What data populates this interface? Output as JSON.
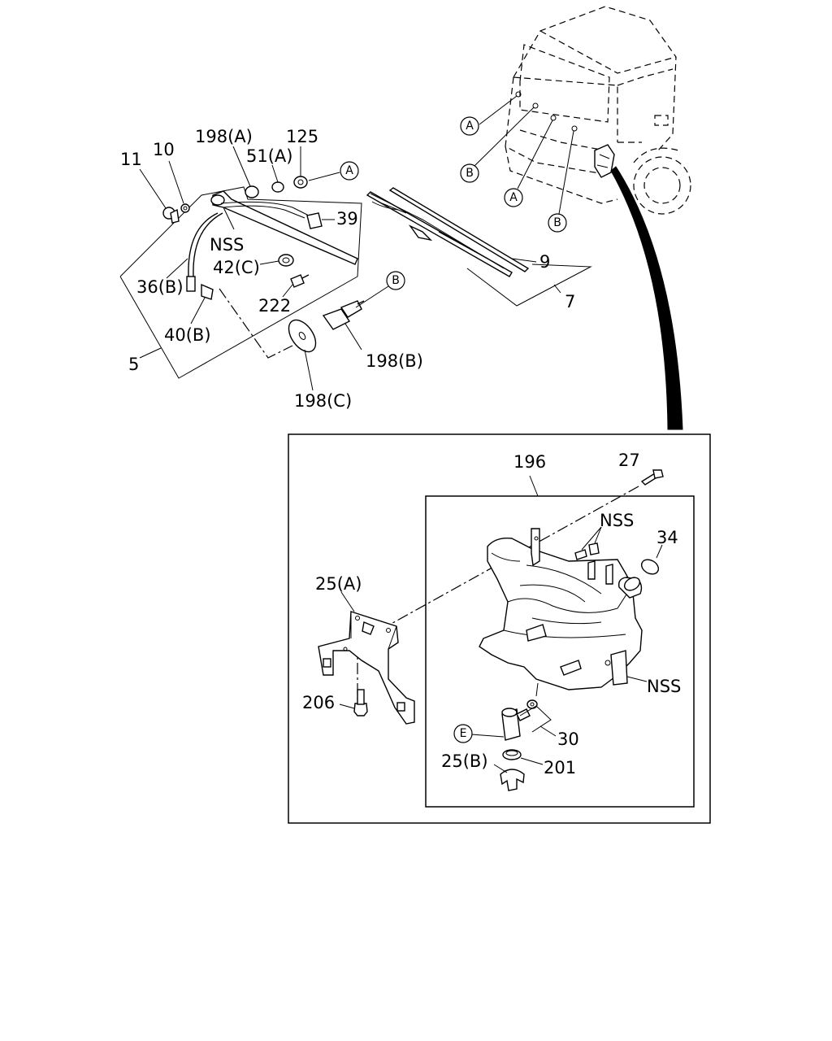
{
  "labels": {
    "p11": "11",
    "p10": "10",
    "p198a": "198(A)",
    "p51a": "51(A)",
    "p125": "125",
    "p39": "39",
    "nss1": "NSS",
    "p42c": "42(C)",
    "p36b": "36(B)",
    "p222": "222",
    "p40b": "40(B)",
    "p5": "5",
    "p198c": "198(C)",
    "p198b": "198(B)",
    "p9": "9",
    "p7": "7",
    "p196": "196",
    "p27": "27",
    "nss2": "NSS",
    "p34": "34",
    "p25a": "25(A)",
    "nss3": "NSS",
    "p206": "206",
    "p30": "30",
    "p25b": "25(B)",
    "p201": "201"
  },
  "callouts": {
    "a_top": "A",
    "b_mid": "B",
    "cab_a1": "A",
    "cab_b1": "B",
    "cab_a2": "A",
    "cab_b2": "B",
    "e_pump": "E"
  }
}
